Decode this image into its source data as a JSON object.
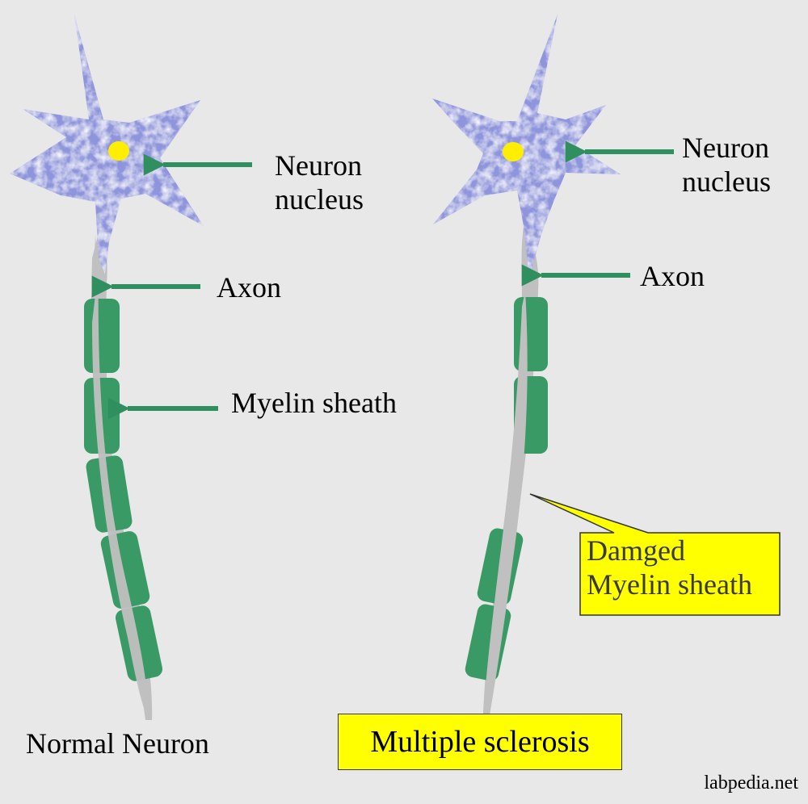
{
  "left_neuron": {
    "nucleus_label": [
      "Neuron",
      "nucleus"
    ],
    "axon_label": "Axon",
    "myelin_label": "Myelin sheath",
    "caption": "Normal Neuron"
  },
  "right_neuron": {
    "nucleus_label": [
      "Neuron",
      "nucleus"
    ],
    "axon_label": "Axon",
    "damage_callout": [
      "Damged",
      "Myelin sheath"
    ],
    "caption": "Multiple sclerosis"
  },
  "credit": "labpedia.net",
  "colors": {
    "background": "#e8e8e8",
    "neuron_body": "#8f95dc",
    "nucleus": "#ffee00",
    "axon": "#c0c0c0",
    "myelin": "#3a9a66",
    "arrow": "#2f8f5e",
    "callout": "#ffff00"
  }
}
